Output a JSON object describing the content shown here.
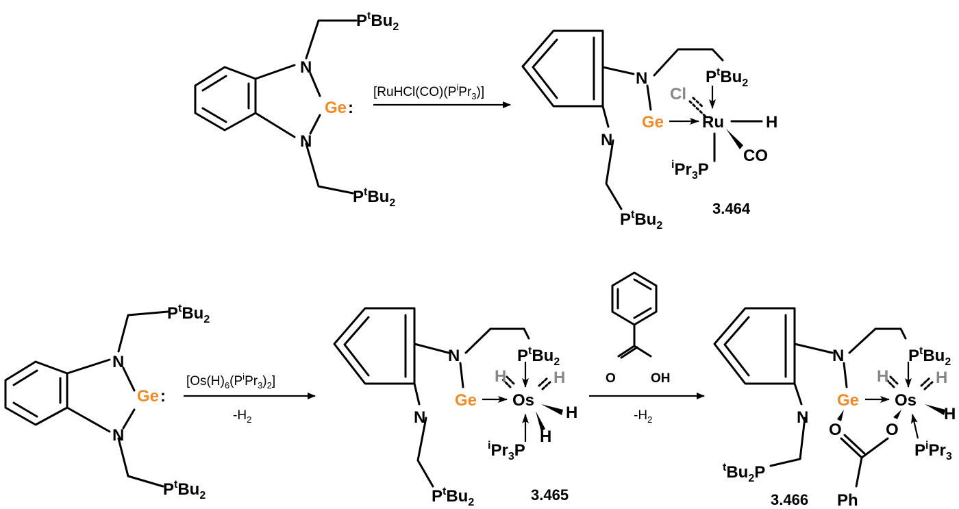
{
  "atoms": {
    "N": "N",
    "Ge": "Ge",
    "Ru": "Ru",
    "Os": "Os",
    "H": "H",
    "Cl": "Cl",
    "CO": "CO",
    "O": "O",
    "OH": "OH",
    "Ph": "Ph",
    "P": "P",
    "t": "t",
    "i": "i",
    "Bu": "Bu",
    "Pr": "Pr",
    "sub2": "2",
    "sub3": "3",
    "lone_pair": ":"
  },
  "reactions": {
    "r1": {
      "reagent_main": "[RuHCl(CO)(P",
      "reagent_sup": "i",
      "reagent_mid": "Pr",
      "reagent_sub": "3",
      "reagent_end": ")]"
    },
    "r2": {
      "reagent_main": "[Os(H)",
      "reagent_sub1": "6",
      "reagent_mid": "(P",
      "reagent_sup": "i",
      "reagent_mid2": "Pr",
      "reagent_sub2": "3",
      "reagent_sub3": "2",
      "reagent_close1": ")",
      "reagent_close2": "]",
      "byproduct": "-H",
      "byproduct_sub": "2"
    },
    "r3": {
      "byproduct": "-H",
      "byproduct_sub": "2"
    }
  },
  "compounds": {
    "c1": "3.464",
    "c2": "3.465",
    "c3": "3.466"
  },
  "colors": {
    "germanium": "#ef8c2a",
    "spectator": "#888888",
    "bond": "#000000"
  }
}
